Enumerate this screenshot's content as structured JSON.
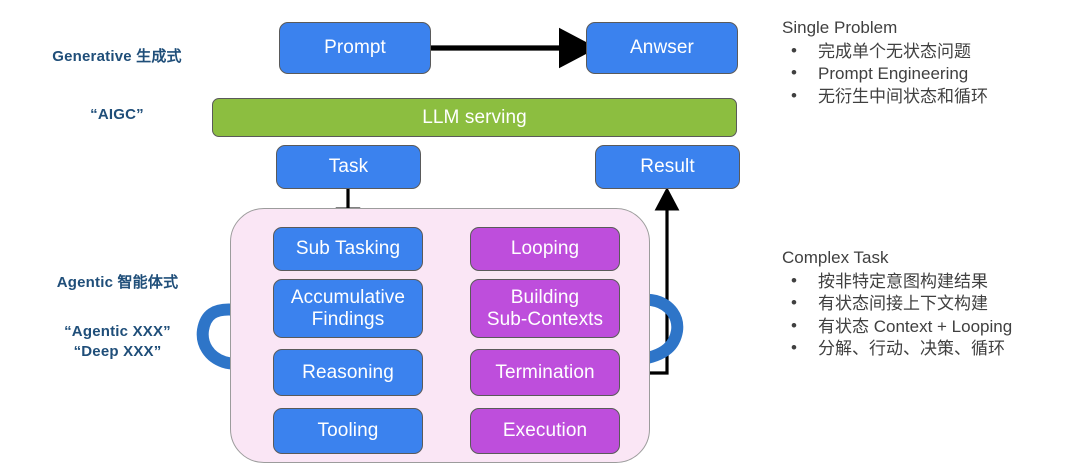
{
  "colors": {
    "blue": "#3b82ee",
    "green": "#8cbe40",
    "magenta": "#be4edc",
    "panel_pink": "#fae6f5",
    "label_navy": "#1f4e79",
    "arrow_black": "#000000",
    "arrow_blue": "#2e75c8",
    "text_gray": "#404040",
    "node_border": "#5a5a5a"
  },
  "generative": {
    "label_line1": "Generative 生成式",
    "label_line2": "“AIGC”",
    "prompt": "Prompt",
    "answer": "Anwser",
    "llm_serving": "LLM serving",
    "task": "Task",
    "result": "Result"
  },
  "agentic": {
    "label_line1": "Agentic 智能体式",
    "label_line2": "“Agentic XXX”",
    "label_line3": "“Deep XXX”",
    "left_column": [
      "Sub Tasking",
      "Accumulative\nFindings",
      "Reasoning",
      "Tooling"
    ],
    "right_column": [
      "Looping",
      "Building\nSub-Contexts",
      "Termination",
      "Execution"
    ]
  },
  "annotations": {
    "single": {
      "title": "Single Problem",
      "bullet_glyph": "•",
      "items": [
        "完成单个无状态问题",
        "Prompt Engineering",
        "无衍生中间状态和循环"
      ]
    },
    "complex": {
      "title": "Complex Task",
      "bullet_glyph": "•",
      "items": [
        "按非特定意图构建结果",
        "有状态间接上下文构建",
        "有状态 Context + Looping",
        "分解、行动、决策、循环"
      ]
    }
  }
}
